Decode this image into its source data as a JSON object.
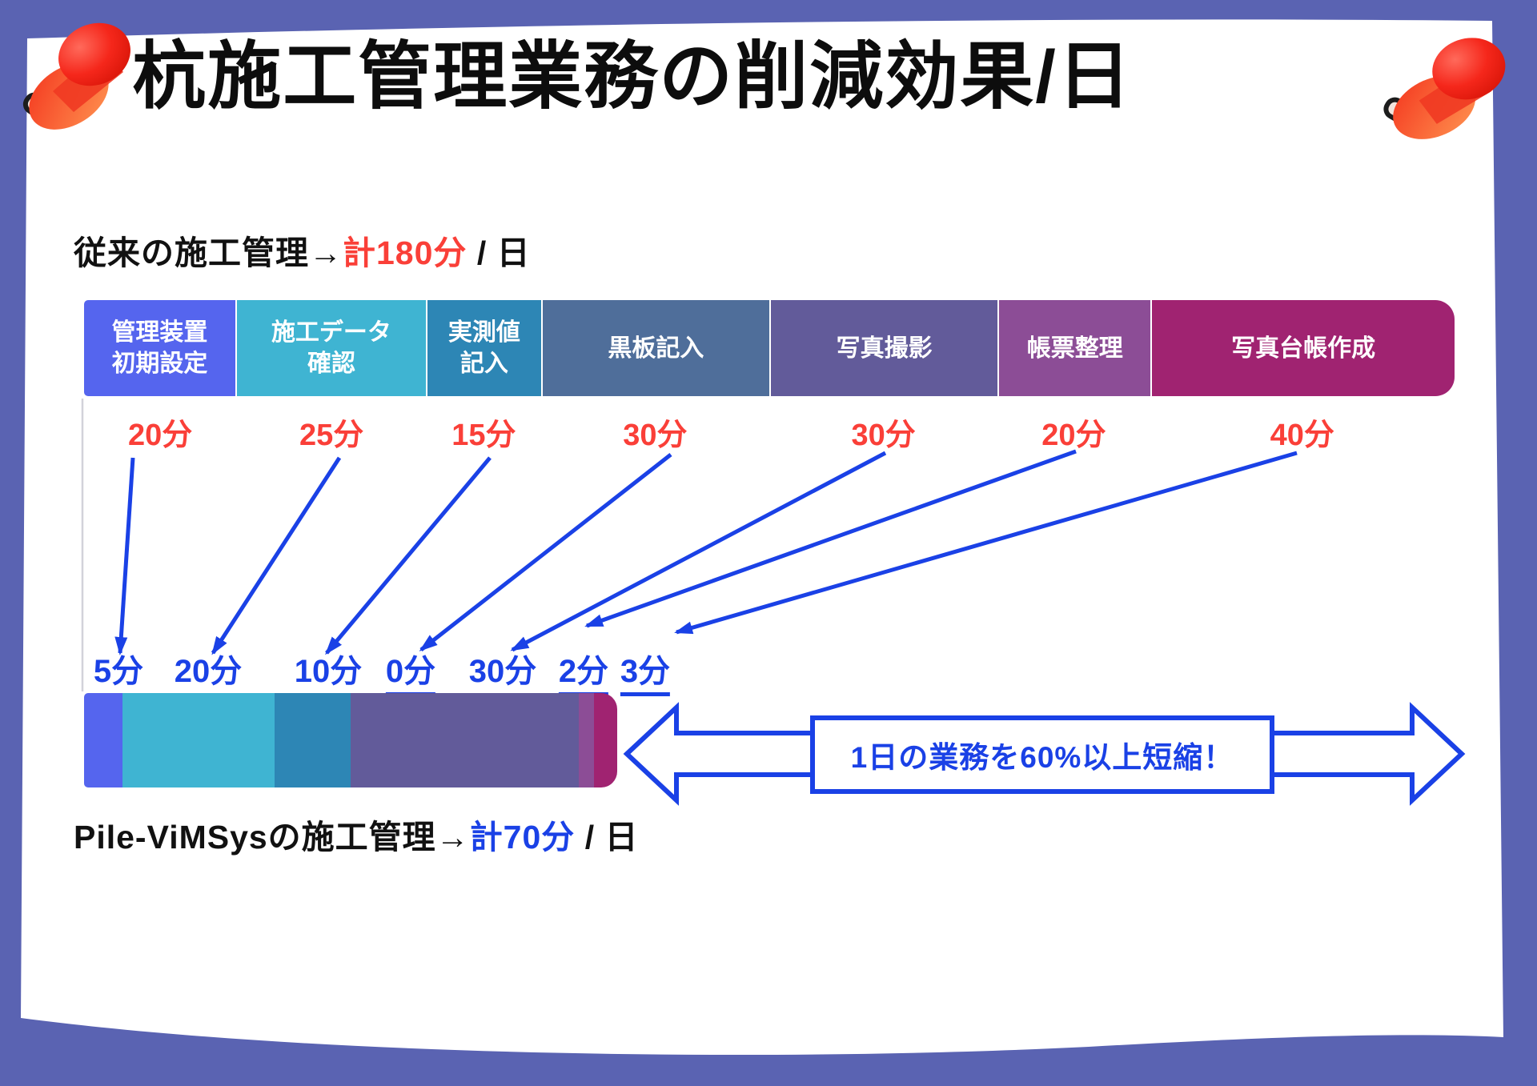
{
  "title": "杭施工管理業務の削減効果/日",
  "before": {
    "prefix": "従来の施工管理→",
    "total": "計180分",
    "suffix": " / 日",
    "total_color": "#fa3f38",
    "total_minutes": 180
  },
  "after": {
    "prefix": "Pile-ViMSysの施工管理→",
    "total": "計70分",
    "suffix": " / 日",
    "total_color": "#1a41e6",
    "total_minutes": 70
  },
  "banner": {
    "text": "1日の業務を60%以上短縮！"
  },
  "tasks": [
    {
      "label_lines": [
        "管理装置",
        "初期設定"
      ],
      "color": "#5565ee",
      "before_label": "20分",
      "before_min": 20,
      "after_label": "5分",
      "after_min": 5,
      "after_underline": false
    },
    {
      "label_lines": [
        "施工データ",
        "確認"
      ],
      "color": "#3fb4d2",
      "before_label": "25分",
      "before_min": 25,
      "after_label": "20分",
      "after_min": 20,
      "after_underline": false
    },
    {
      "label_lines": [
        "実測値",
        "記入"
      ],
      "color": "#2d86b5",
      "before_label": "15分",
      "before_min": 15,
      "after_label": "10分",
      "after_min": 10,
      "after_underline": false
    },
    {
      "label_lines": [
        "黒板記入"
      ],
      "color": "#4f6e9a",
      "before_label": "30分",
      "before_min": 30,
      "after_label": "0分",
      "after_min": 0,
      "after_underline": true
    },
    {
      "label_lines": [
        "写真撮影"
      ],
      "color": "#625b9a",
      "before_label": "30分",
      "before_min": 30,
      "after_label": "30分",
      "after_min": 30,
      "after_underline": false
    },
    {
      "label_lines": [
        "帳票整理"
      ],
      "color": "#8c4d96",
      "before_label": "20分",
      "before_min": 20,
      "after_label": "2分",
      "after_min": 2,
      "after_underline": true
    },
    {
      "label_lines": [
        "写真台帳作成"
      ],
      "color": "#a02371",
      "before_label": "40分",
      "before_min": 40,
      "after_label": "3分",
      "after_min": 3,
      "after_underline": true
    }
  ],
  "icons": {
    "top_left": "red-pushpin",
    "top_right": "red-pushpin"
  },
  "colors": {
    "frame": "#5a63b2",
    "card": "#ffffff",
    "accent_blue": "#1a41e6",
    "accent_red": "#fa3f38",
    "axis_gray": "#d2d2da"
  },
  "chart_data": {
    "type": "bar",
    "title": "杭施工管理業務の削減効果/日",
    "orientation": "horizontal-stacked-comparison",
    "categories": [
      "管理装置初期設定",
      "施工データ確認",
      "実測値記入",
      "黒板記入",
      "写真撮影",
      "帳票整理",
      "写真台帳作成"
    ],
    "series": [
      {
        "name": "従来の施工管理 (分/日)",
        "values": [
          20,
          25,
          15,
          30,
          30,
          20,
          40
        ],
        "total": 180
      },
      {
        "name": "Pile-ViMSysの施工管理 (分/日)",
        "values": [
          5,
          20,
          10,
          0,
          30,
          2,
          3
        ],
        "total": 70
      }
    ],
    "unit": "分",
    "annotation": "1日の業務を60%以上短縮！",
    "layout_hint": "bar widths proportional to minutes; same scale for both bars"
  }
}
